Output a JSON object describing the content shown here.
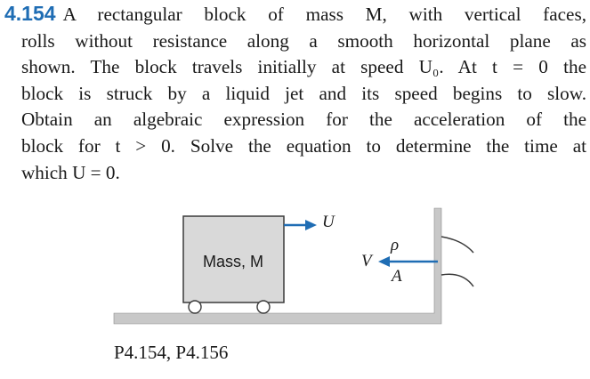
{
  "problem": {
    "number": "4.154",
    "lines": [
      "A rectangular block of mass M, with vertical faces,",
      "rolls without resistance along a smooth horizontal plane as",
      "shown. The block travels initially at speed U₀. At t = 0 the",
      "block is struck by a liquid jet and its speed begins to slow.",
      "Obtain an algebraic expression for the acceleration of the",
      "block for t > 0. Solve the equation to determine the time at",
      "which U = 0."
    ]
  },
  "figure": {
    "block_label": "Mass, M",
    "velocity_label": "U",
    "jet_velocity_label": "V",
    "density_label": "ρ",
    "area_label": "A",
    "caption": "P4.154, P4.156",
    "colors": {
      "block_fill": "#d9d9d9",
      "block_stroke": "#3a3a3a",
      "ground_fill": "#c8c8c8",
      "arrow": "#1f6db4"
    }
  }
}
